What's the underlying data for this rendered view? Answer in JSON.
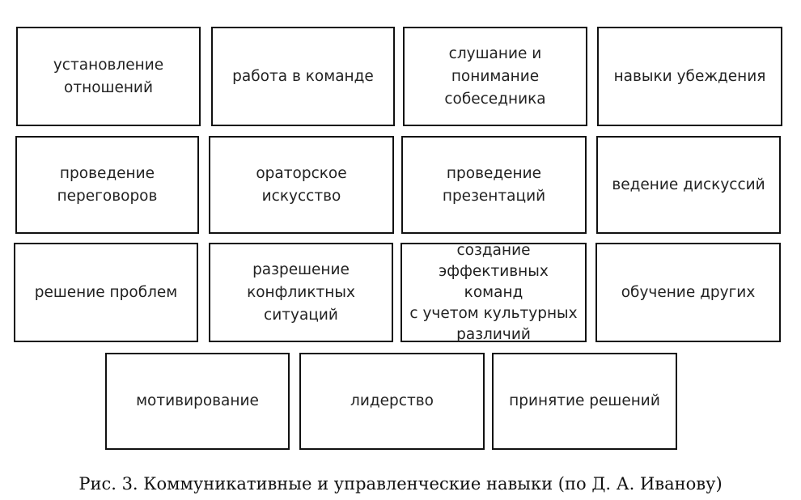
{
  "skills": [
    "установление\nотношений",
    "работа в команде",
    "слушание и\nпонимание\nсобеседника",
    "навыки убеждения",
    "проведение\nпереговоров",
    "ораторское\nискусство",
    "проведение\nпрезентаций",
    "ведение дискуссий",
    "решение проблем",
    "разрешение\nконфликтных\nситуаций",
    "создание\nэффективных команд\nс учетом культурных\nразличий",
    "обучение других",
    "мотивирование",
    "лидерство",
    "принятие решений"
  ],
  "caption": "Рис. 3. Коммуникативные и управленческие навыки (по Д. А. Иванову)"
}
